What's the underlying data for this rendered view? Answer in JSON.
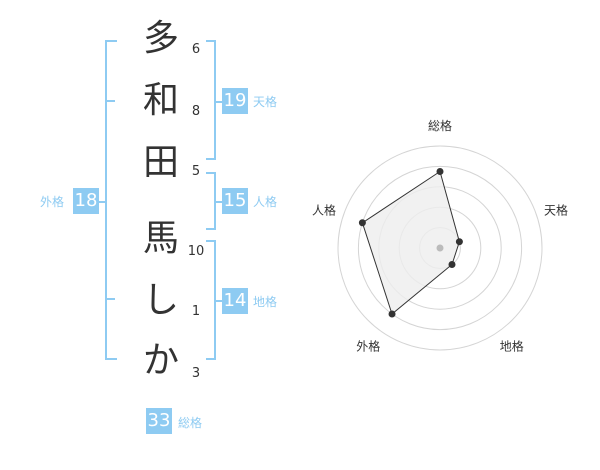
{
  "characters": [
    {
      "char": "多",
      "strokes": "6"
    },
    {
      "char": "和",
      "strokes": "8"
    },
    {
      "char": "田",
      "strokes": "5"
    },
    {
      "char": "馬",
      "strokes": "10"
    },
    {
      "char": "し",
      "strokes": "1"
    },
    {
      "char": "か",
      "strokes": "3"
    }
  ],
  "kakusu": {
    "tenkaku": {
      "value": "19",
      "label": "天格"
    },
    "jinkaku": {
      "value": "15",
      "label": "人格"
    },
    "chikaku": {
      "value": "14",
      "label": "地格"
    },
    "gaikaku": {
      "value": "18",
      "label": "外格"
    },
    "soukaku": {
      "value": "33",
      "label": "総格"
    }
  },
  "radar": {
    "axes": [
      "総格",
      "天格",
      "地格",
      "外格",
      "人格"
    ],
    "levels": [
      0.2,
      0.4,
      0.6,
      0.8,
      1.0
    ],
    "values": [
      0.75,
      0.2,
      0.2,
      0.8,
      0.8
    ],
    "colors": {
      "grid": "#d4d4d4",
      "fill": "#eeeeee",
      "stroke": "#333333",
      "center": "#bbbbbb",
      "accent": "#8ecbf2"
    }
  }
}
